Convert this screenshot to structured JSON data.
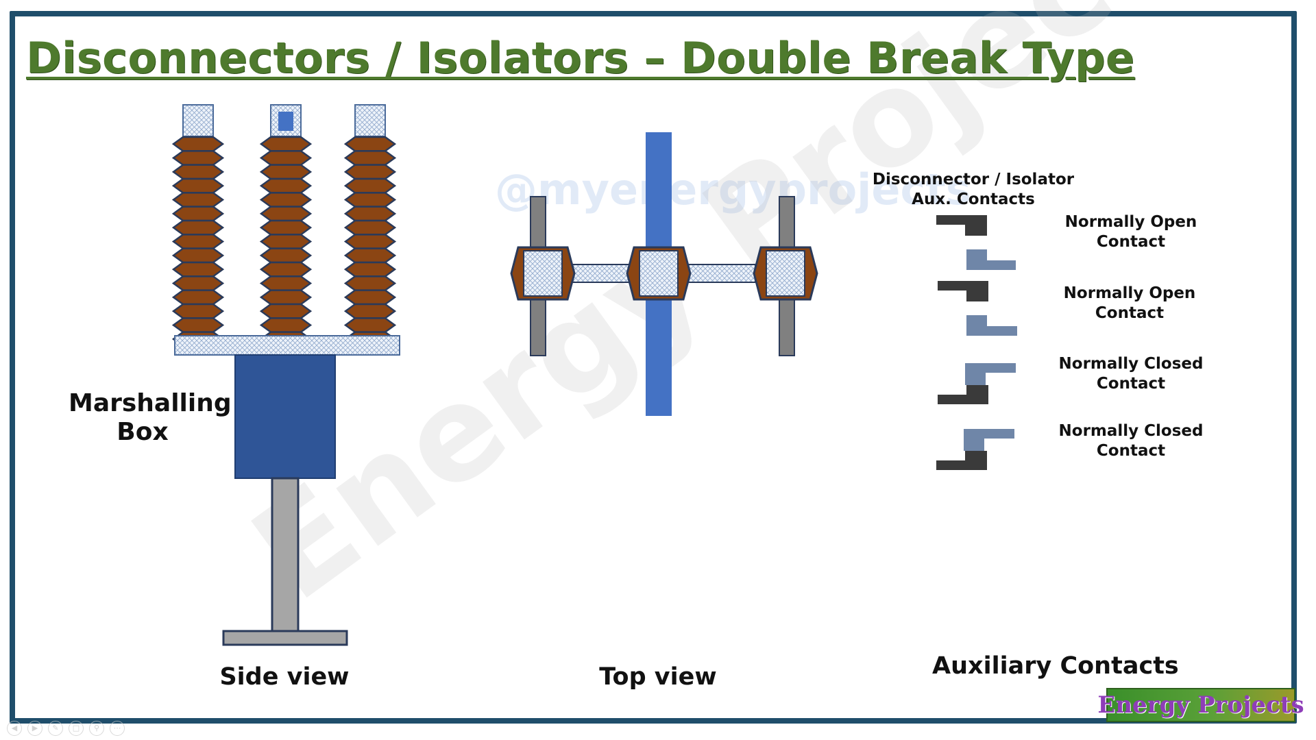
{
  "title": "Disconnectors / Isolators – Double Break Type",
  "labels": {
    "marshalling_box": "Marshalling Box",
    "side_view": "Side view",
    "top_view": "Top view",
    "aux_contacts_heading_1": "Disconnector / Isolator",
    "aux_contacts_heading_2": "Aux. Contacts",
    "auxiliary_contacts": "Auxiliary Contacts"
  },
  "aux_contacts": [
    {
      "line1": "Normally Open",
      "line2": "Contact",
      "state": "open"
    },
    {
      "line1": "Normally Open",
      "line2": "Contact",
      "state": "open"
    },
    {
      "line1": "Normally Closed",
      "line2": "Contact",
      "state": "closed"
    },
    {
      "line1": "Normally Closed",
      "line2": "Contact",
      "state": "closed"
    }
  ],
  "watermarks": {
    "handle": "@myenergyprojects",
    "brand": "Energy Projects"
  },
  "logo": {
    "text": "Energy Projects"
  },
  "colors": {
    "frame": "#1f4e6b",
    "title": "#4e7a2d",
    "insulator_brown": "#8b4513",
    "insulator_edge": "#2a3a5a",
    "marshalling_box": "#2f5597",
    "blade_blue": "#4472c4",
    "support_grey": "#a6a6a6",
    "contact_dark": "#3a3a3a",
    "contact_blue_grey": "#6f86a8"
  },
  "nav_icons": [
    "prev-icon",
    "play-icon",
    "pen-icon",
    "slides-icon",
    "zoom-icon",
    "more-icon"
  ]
}
